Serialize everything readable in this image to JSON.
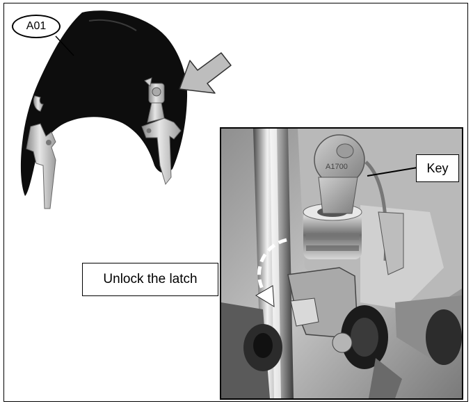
{
  "part_callout": "A01",
  "photo_labels": {
    "key": "Key",
    "unlock": "Unlock the latch"
  },
  "key_stamp": "A1700",
  "icons": {
    "part_arrow": "gray-block-arrow-icon",
    "rotate_arrow": "dashed-curved-arrow-icon"
  },
  "colors": {
    "windshield": "#0d0d0d",
    "chrome": "#c9c9c9",
    "arrow_fill": "#bdbdbd"
  }
}
